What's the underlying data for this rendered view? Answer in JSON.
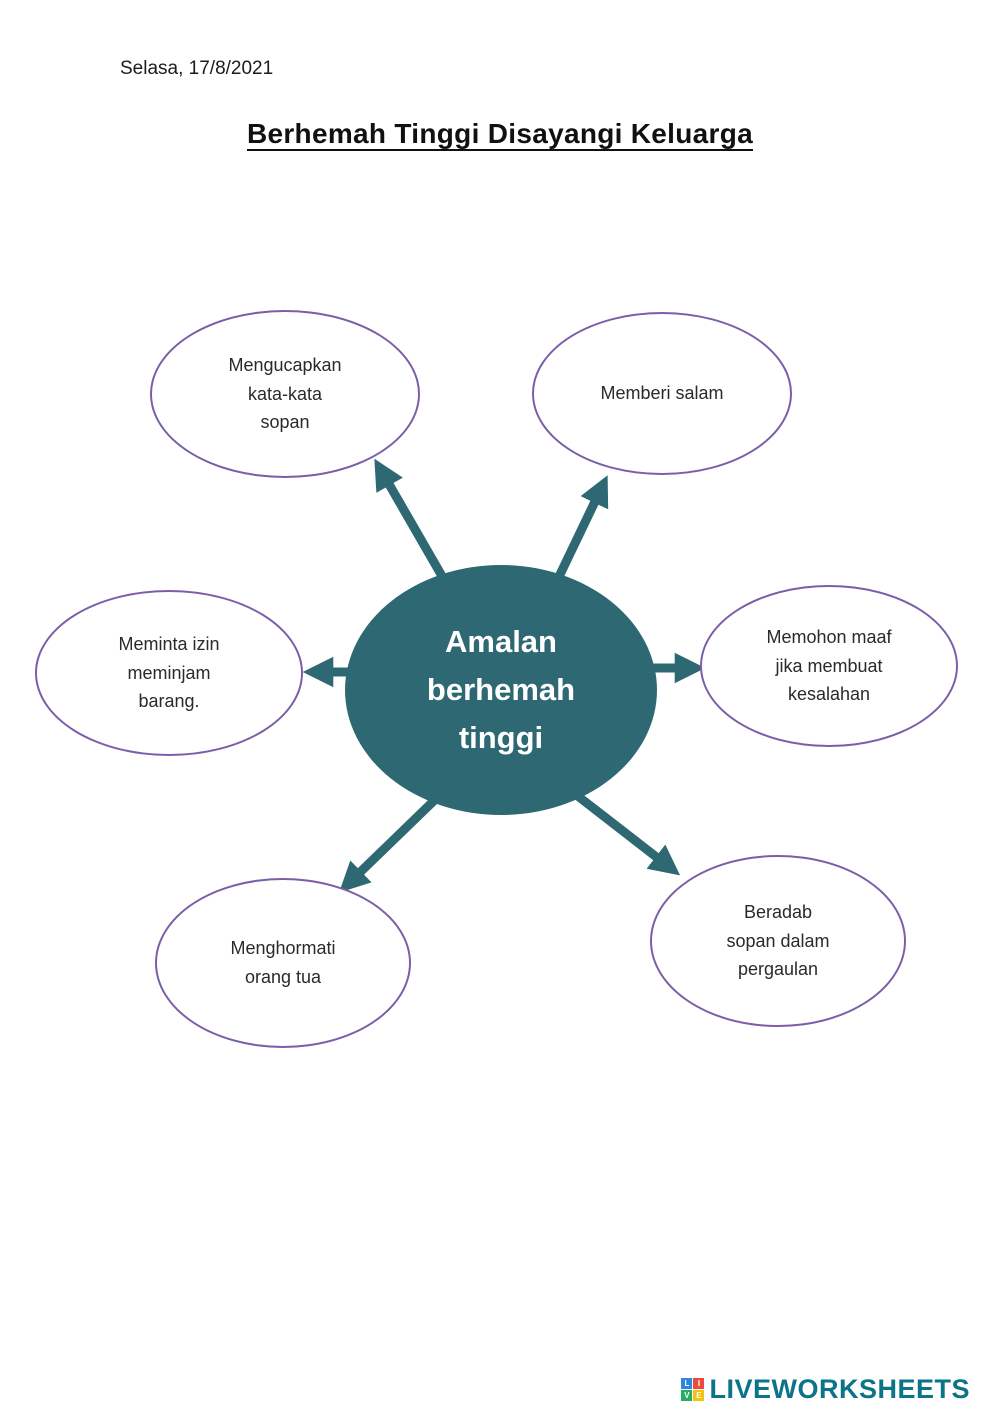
{
  "page": {
    "date": "Selasa, 17/8/2021",
    "title": "Berhemah Tinggi Disayangi Keluarga"
  },
  "diagram": {
    "center": {
      "label": "Amalan berhemah tinggi"
    },
    "nodes": [
      {
        "label": "Mengucapkan kata-kata sopan"
      },
      {
        "label": "Memberi salam"
      },
      {
        "label": "Meminta izin meminjam barang."
      },
      {
        "label": "Memohon maaf jika membuat kesalahan"
      },
      {
        "label": "Menghormati orang tua"
      },
      {
        "label": "Beradab sopan dalam pergaulan"
      }
    ],
    "colors": {
      "center_fill": "#2E6873",
      "arrow": "#2E6873",
      "node_border": "#7B5EA7"
    }
  },
  "footer": {
    "logo_letters": [
      "L",
      "I",
      "V",
      "E"
    ],
    "brand": "LIVEWORKSHEETS"
  }
}
